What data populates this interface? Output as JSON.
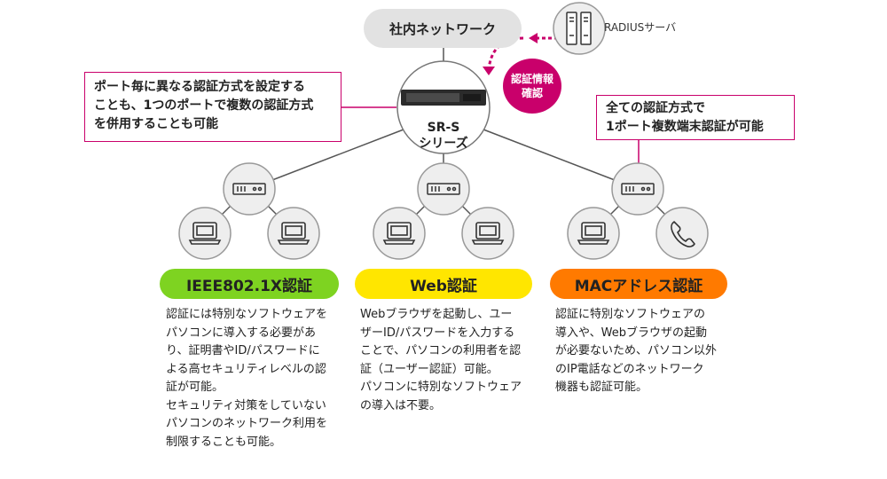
{
  "network": {
    "label": "社内ネットワーク"
  },
  "radius": {
    "label": "RADIUSサーバ"
  },
  "auth_check": {
    "lines": [
      "認証情報",
      "確認"
    ]
  },
  "core_switch": {
    "lines": [
      "SR-S",
      "シリーズ"
    ]
  },
  "callout_left": {
    "lines": [
      "ポート毎に異なる認証方式を設定する",
      "ことも、1つのポートで複数の認証方式",
      "を併用することも可能"
    ]
  },
  "callout_right": {
    "lines": [
      "全ての認証方式で",
      "1ポート複数端末認証が可能"
    ]
  },
  "methods": [
    {
      "label": "IEEE802.1X認証",
      "color": "#7ed321",
      "devices": [
        "pc-icon",
        "pc-icon"
      ],
      "description": [
        "認証には特別なソフトウェアを",
        "パソコンに導入する必要があ",
        "り、証明書やID/パスワードに",
        "よる高セキュリティレベルの認",
        "証が可能。",
        "セキュリティ対策をしていない",
        "パソコンのネットワーク利用を",
        "制限することも可能。"
      ]
    },
    {
      "label": "Web認証",
      "color": "#ffe600",
      "devices": [
        "pc-icon",
        "pc-icon"
      ],
      "description": [
        "Webブラウザを起動し、ユー",
        "ザーID/パスワードを入力する",
        "ことで、パソコンの利用者を認",
        "証（ユーザー認証）可能。",
        "パソコンに特別なソフトウェア",
        "の導入は不要。"
      ]
    },
    {
      "label": "MACアドレス認証",
      "color": "#ff7a00",
      "devices": [
        "pc-icon",
        "phone-icon"
      ],
      "description": [
        "認証に特別なソフトウェアの",
        "導入や、Webブラウザの起動",
        "が必要ないため、パソコン以外",
        "のIP電話などのネットワーク",
        "機器も認証可能。"
      ]
    }
  ],
  "colors": {
    "accent": "#c9006b",
    "line": "#555555",
    "node_fill": "#eeeeee",
    "node_stroke": "#999999"
  }
}
